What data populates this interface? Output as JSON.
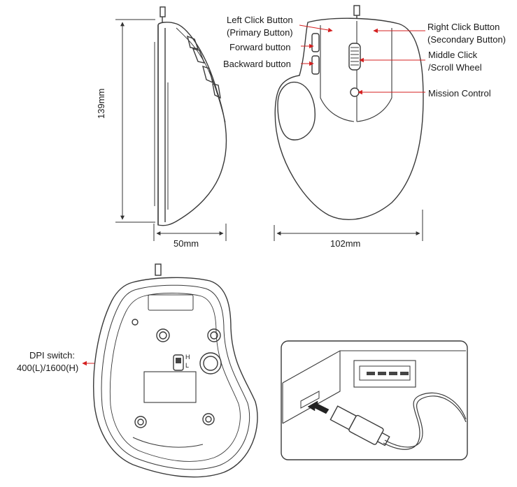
{
  "labels": {
    "left_click_1": "Left Click Button",
    "left_click_2": "(Primary Button)",
    "forward": "Forward button",
    "backward": "Backward button",
    "right_click_1": "Right Click Button",
    "right_click_2": "(Secondary Button)",
    "middle_1": "Middle Click",
    "middle_2": "/Scroll Wheel",
    "mission": "Mission Control",
    "dpi_1": "DPI switch:",
    "dpi_2": "400(L)/1600(H)"
  },
  "dimensions": {
    "height": "139mm",
    "depth": "50mm",
    "width": "102mm"
  },
  "switch_marks": {
    "off": "H",
    "on": "L"
  },
  "colors": {
    "line": "#3a3a3a",
    "callout": "#d42020",
    "shade": "#f2f2f2"
  }
}
